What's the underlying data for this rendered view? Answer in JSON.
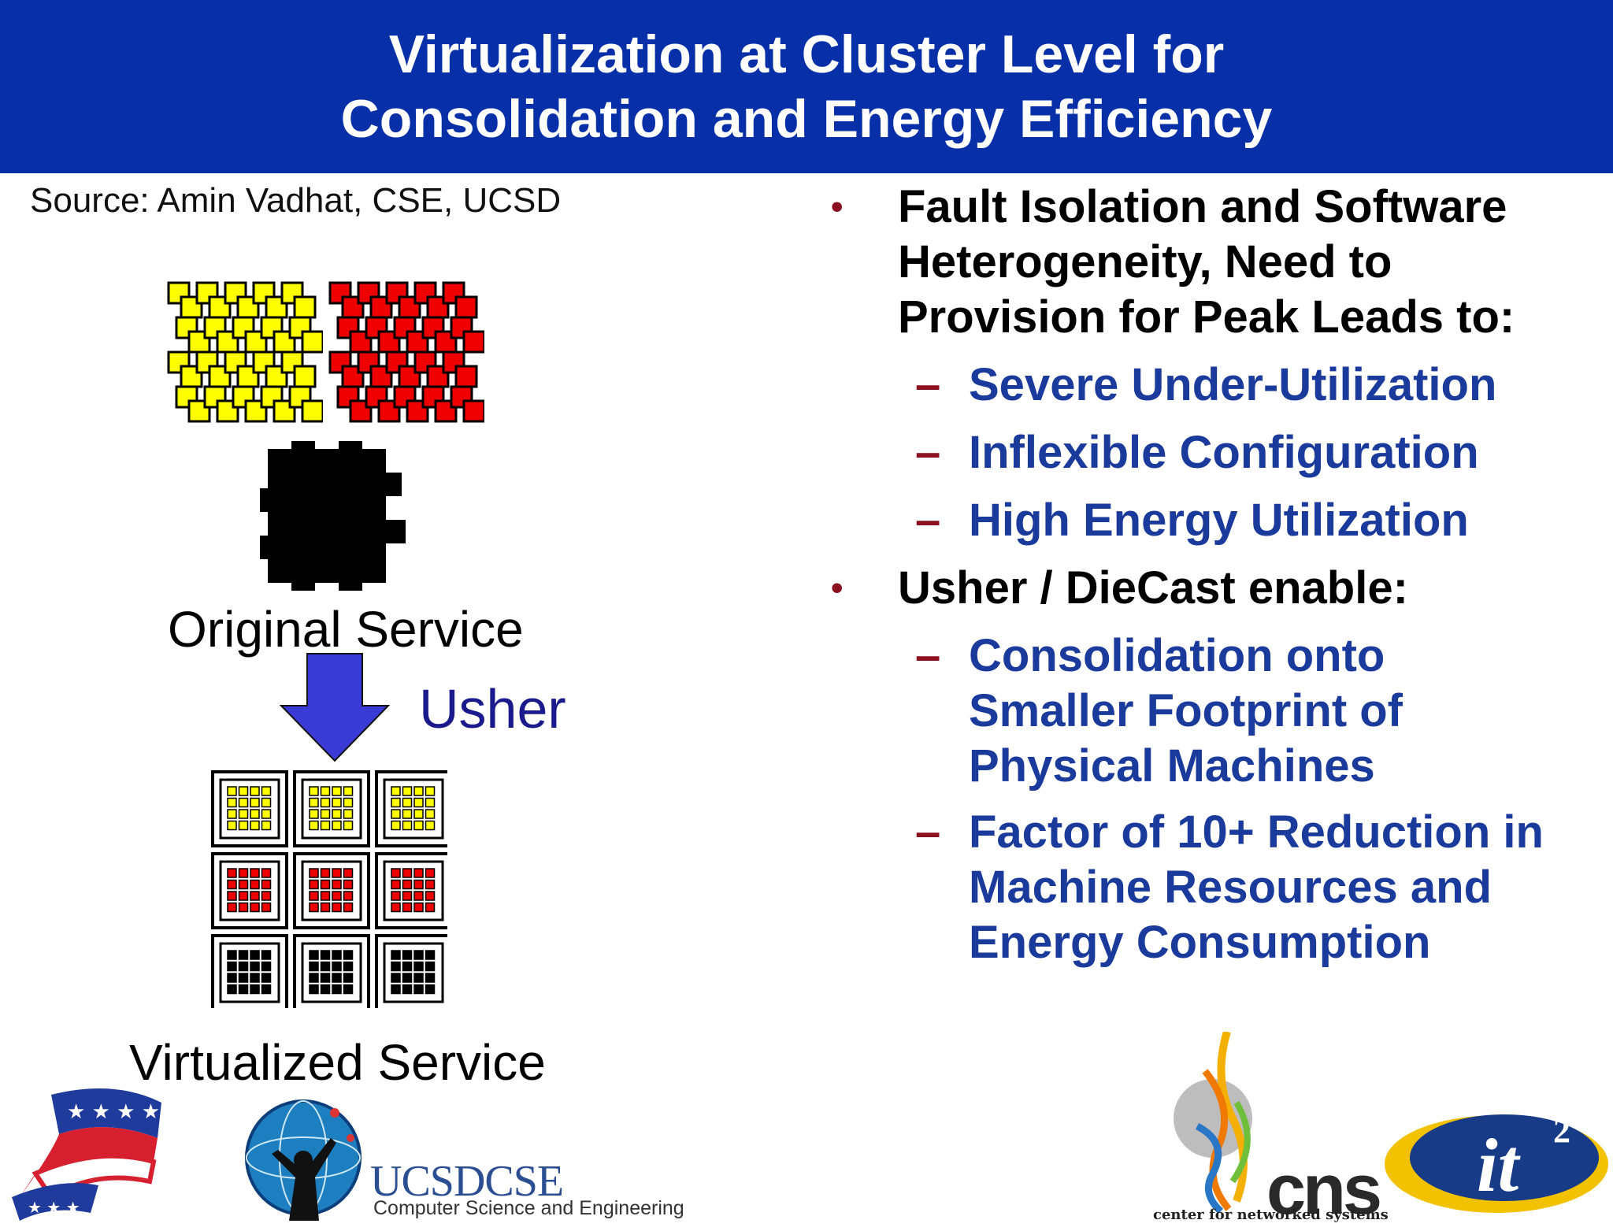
{
  "header": {
    "title_line1": "Virtualization at Cluster Level for",
    "title_line2": "Consolidation and Energy Efficiency",
    "background": "#0730a8"
  },
  "source": "Source: Amin Vadhat, CSE, UCSD",
  "diagram": {
    "original_label": "Original Service",
    "transition_label": "Usher",
    "virtualized_label": "Virtualized Service",
    "colors": {
      "yellow": "#ffff00",
      "red": "#ee0000",
      "black": "#000000",
      "arrow": "#3a3ad6"
    },
    "virtualized_grid": {
      "rows": 3,
      "cols": 3,
      "row_colors": [
        "yellow",
        "red",
        "black"
      ]
    }
  },
  "bullets": [
    {
      "text_lines": [
        "Fault Isolation and Software",
        "Heterogeneity, Need to",
        "Provision for Peak Leads to:"
      ],
      "children": [
        {
          "text_lines": [
            "Severe Under-Utilization"
          ]
        },
        {
          "text_lines": [
            "Inflexible Configuration"
          ]
        },
        {
          "text_lines": [
            "High Energy Utilization"
          ]
        }
      ]
    },
    {
      "text_lines": [
        "Usher / DieCast enable:"
      ],
      "children": [
        {
          "text_lines": [
            "Consolidation onto",
            "Smaller Footprint of",
            "Physical Machines"
          ]
        },
        {
          "text_lines": [
            "Factor of 10+ Reduction in",
            "Machine Resources and",
            "Energy Consumption"
          ]
        }
      ]
    }
  ],
  "logos": {
    "ucsd_title": "UCSDCSE",
    "ucsd_subtitle": "Computer Science and Engineering",
    "cns_title": "cns",
    "cns_subtitle": "center for networked systems",
    "it2_title": "it",
    "it2_sup": "2"
  }
}
